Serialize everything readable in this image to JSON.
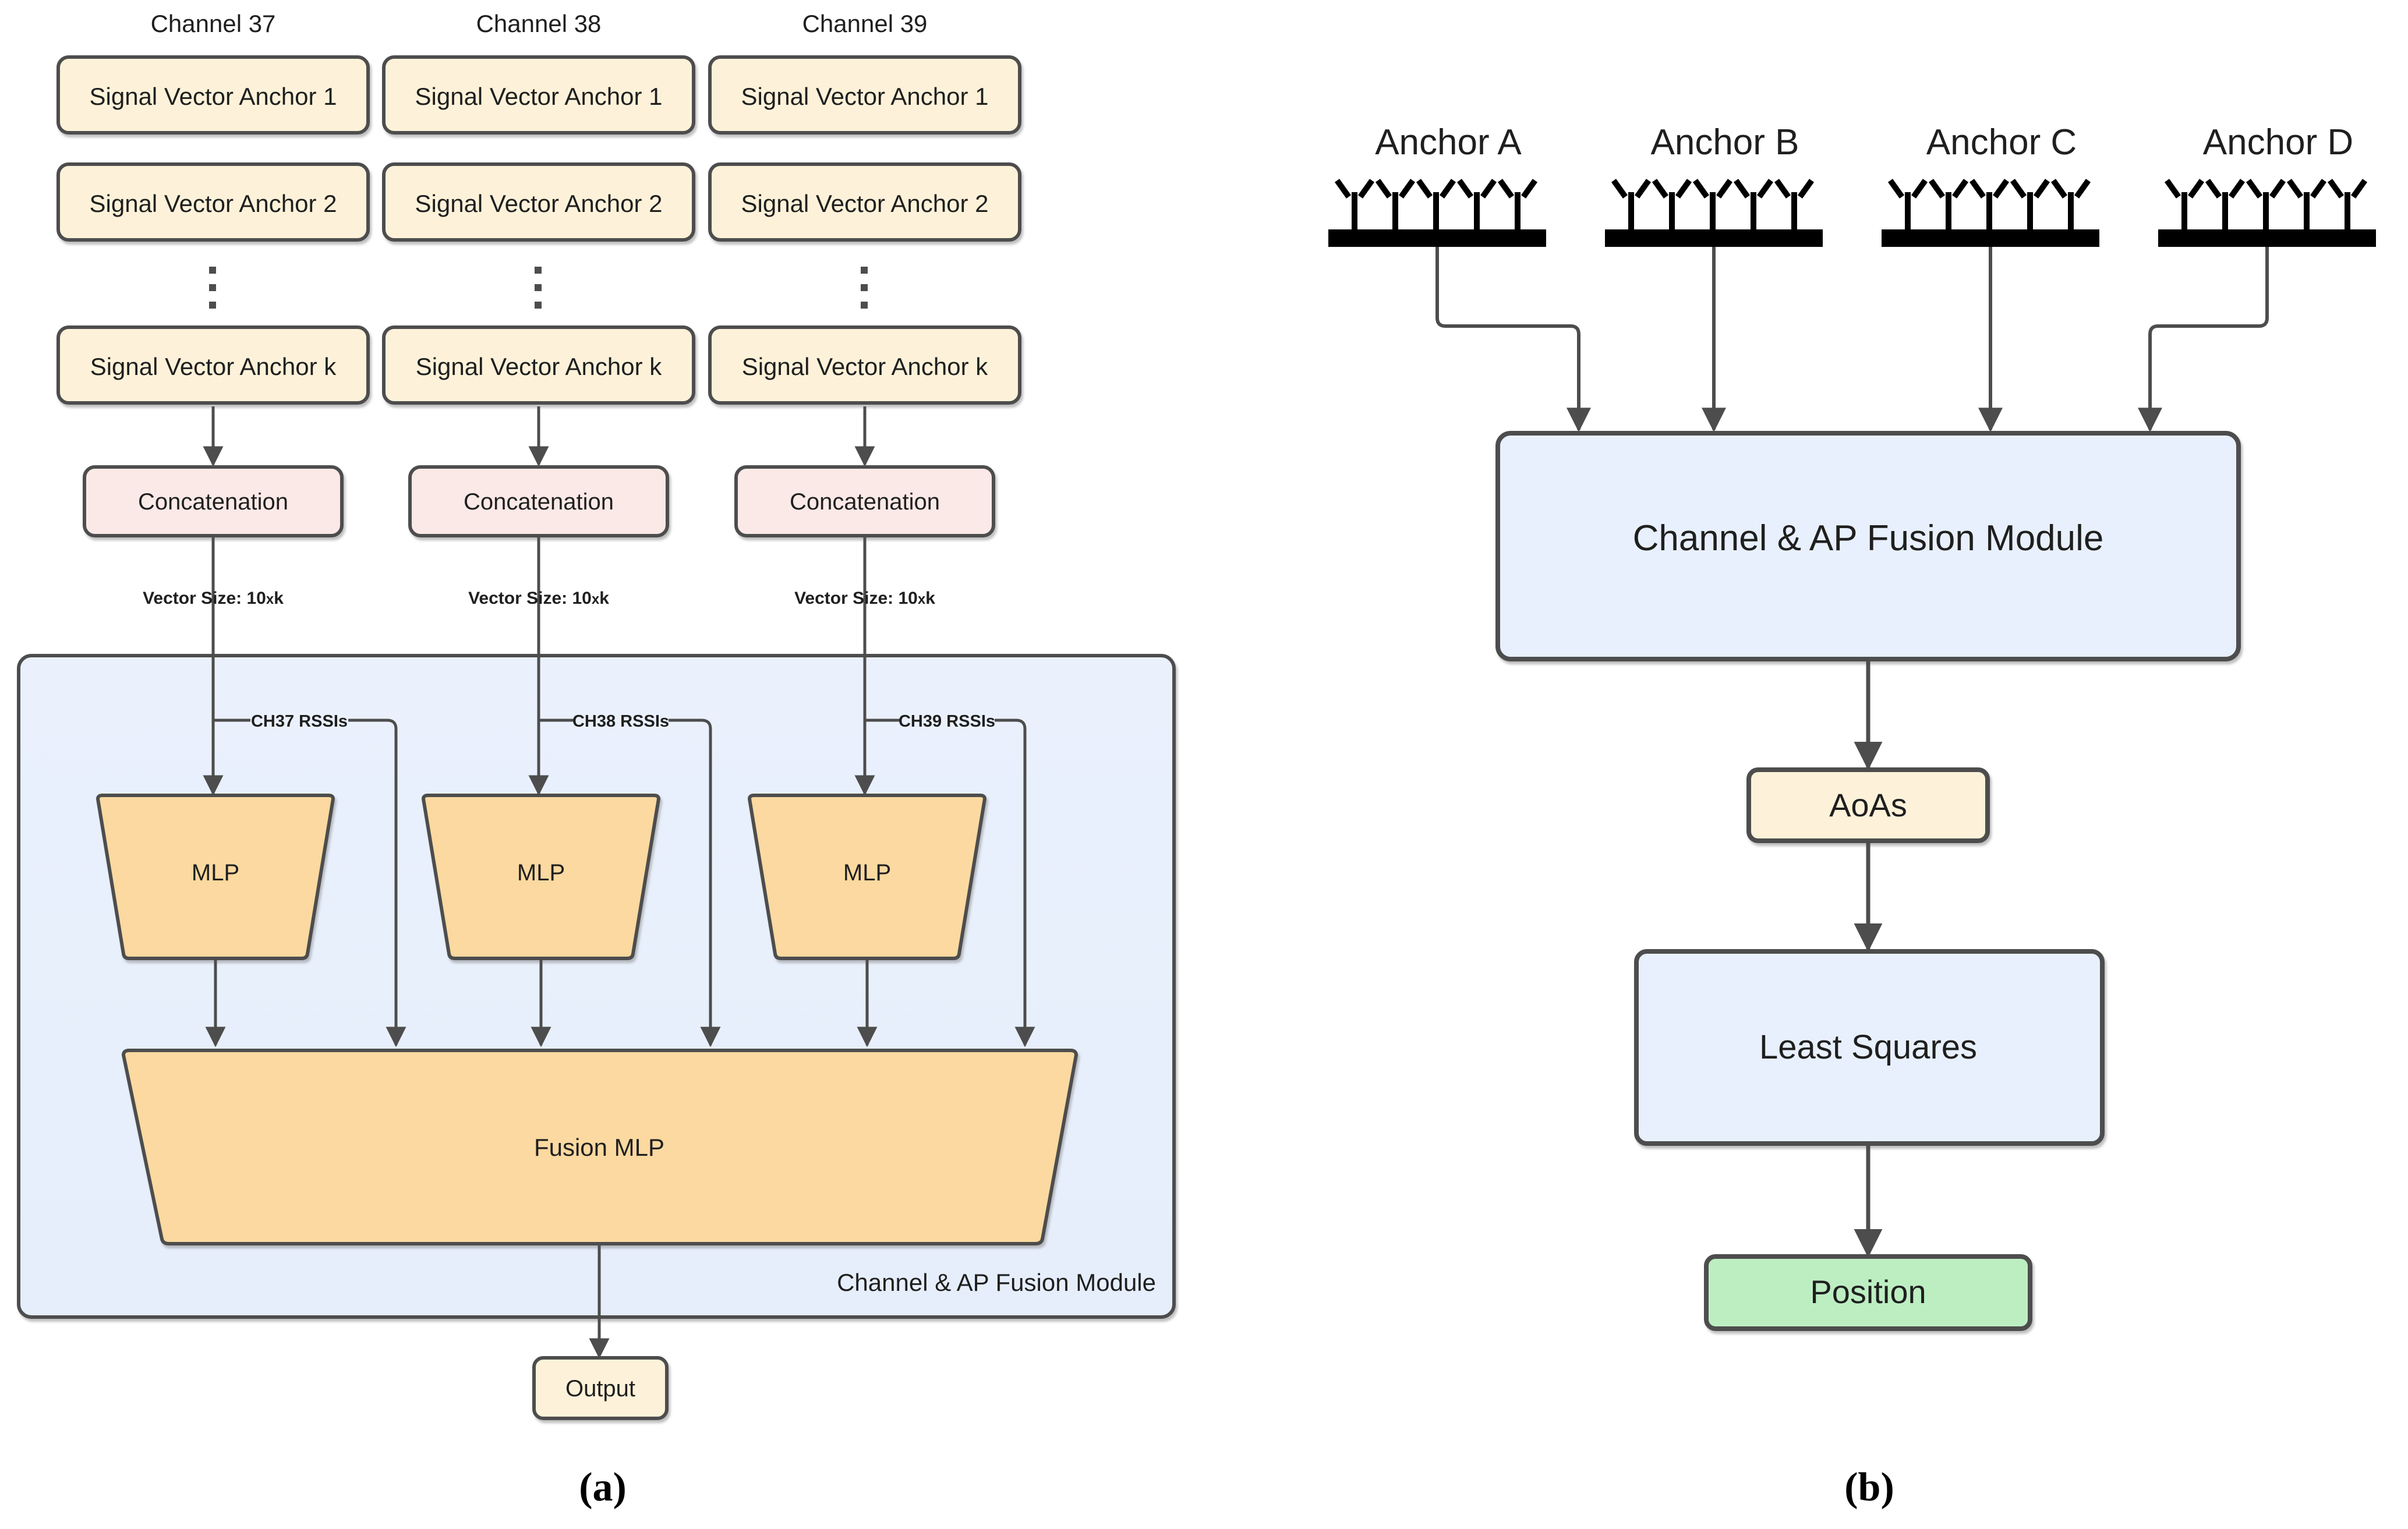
{
  "figure": {
    "panels": [
      {
        "id": "a",
        "caption": "(a)"
      },
      {
        "id": "b",
        "caption": "(b)"
      }
    ]
  },
  "panel_a": {
    "caption": "(a)",
    "columns": [
      {
        "header": "Channel 37",
        "signal_vectors": [
          "Signal Vector Anchor 1",
          "Signal Vector Anchor 2",
          "Signal Vector Anchor k"
        ],
        "ellipsis": "⋮",
        "concatenation": "Concatenation",
        "vector_size_label": "Vector Size: 10",
        "vector_size_mult": "x",
        "vector_size_k": "k",
        "vector_size_full": "Vector Size: 10xk",
        "mlp": "MLP",
        "rssi_label": "CH37 RSSIs"
      },
      {
        "header": "Channel 38",
        "signal_vectors": [
          "Signal Vector Anchor 1",
          "Signal Vector Anchor 2",
          "Signal Vector Anchor k"
        ],
        "ellipsis": "⋮",
        "concatenation": "Concatenation",
        "vector_size_label": "Vector Size: 10",
        "vector_size_mult": "x",
        "vector_size_k": "k",
        "vector_size_full": "Vector Size: 10xk",
        "mlp": "MLP",
        "rssi_label": "CH38 RSSIs"
      },
      {
        "header": "Channel 39",
        "signal_vectors": [
          "Signal Vector Anchor 1",
          "Signal Vector Anchor 2",
          "Signal Vector Anchor k"
        ],
        "ellipsis": "⋮",
        "concatenation": "Concatenation",
        "vector_size_label": "Vector Size: 10",
        "vector_size_mult": "x",
        "vector_size_k": "k",
        "vector_size_full": "Vector Size: 10xk",
        "mlp": "MLP",
        "rssi_label": "CH39 RSSIs"
      }
    ],
    "fusion_mlp": "Fusion MLP",
    "container_label": "Channel & AP Fusion Module",
    "output": "Output"
  },
  "panel_b": {
    "caption": "(b)",
    "anchors": [
      {
        "label": "Anchor A",
        "antennas": 5
      },
      {
        "label": "Anchor B",
        "antennas": 5
      },
      {
        "label": "Anchor C",
        "antennas": 5
      },
      {
        "label": "Anchor D",
        "antennas": 5
      }
    ],
    "fusion_module": "Channel & AP Fusion Module",
    "aoas": "AoAs",
    "least_squares": "Least Squares",
    "position": "Position"
  },
  "colors": {
    "cream": "#fdf2d9",
    "pink": "#fbe9e7",
    "orange": "#fbd9a0",
    "blue_pale": "#e8f0fd",
    "green": "#bdeec2",
    "stroke": "#4d4d4d",
    "text": "#1f1f1f",
    "antenna": "#000000"
  }
}
